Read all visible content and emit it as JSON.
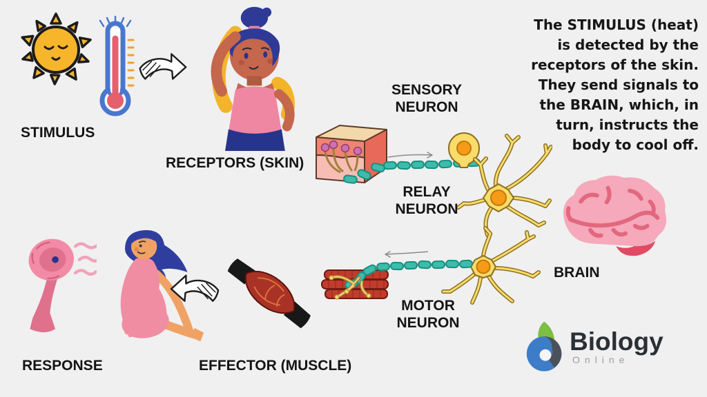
{
  "page": {
    "background_color": "#f0f0f0",
    "type": "educational infographic: negative feedback / stimulus-response pathway"
  },
  "flow": {
    "stimulus_label": "STIMULUS",
    "receptors_label": "RECEPTORS (SKIN)",
    "sensory_neuron_label": "SENSORY\nNEURON",
    "relay_neuron_label": "RELAY\nNEURON",
    "motor_neuron_label": "MOTOR\nNEURON",
    "brain_label": "BRAIN",
    "response_label": "RESPONSE",
    "effector_label": "EFFECTOR (MUSCLE)"
  },
  "annotation": {
    "text": "The STIMULUS (heat)\nis detected by the\nreceptors of the skin.\nThey send signals to\nthe BRAIN, which, in\nturn, instructs the\nbody to cool off."
  },
  "logo": {
    "brand": "Biology",
    "sub": "Online"
  },
  "icons": {
    "stimulus": [
      "sun-icon",
      "thermometer-icon"
    ],
    "arrows": [
      "sketch-arrow-right-icon",
      "sketch-arrow-left-icon",
      "signal-arrow-to-brain",
      "signal-arrow-to-muscle"
    ],
    "illustrations": [
      "receptors-person-illustration",
      "skin-block-illustration",
      "sensory-neuron-illustration",
      "relay-neuron-illustration",
      "motor-neuron-illustration",
      "muscle-fibers-illustration",
      "brain-illustration",
      "fan-icon",
      "response-person-illustration",
      "effector-muscle-illustration",
      "biology-online-logo-mark"
    ]
  },
  "colors": {
    "background": "#f0f0f0",
    "label_text": "#141414",
    "sun_yellow": "#f7b52c",
    "thermometer_blue": "#4a77ce",
    "mercury_red": "#e4606d",
    "tick_orange": "#f0a028",
    "myelin_teal": "#3dbcac",
    "neuron_yellow": "#f9dc6a",
    "nucleus_orange": "#f59b18",
    "muscle_red": "#c23b2c",
    "effector_red": "#a93226",
    "brain_pink": "#f5a9bb",
    "brain_fold_pink": "#e2677f",
    "brain_stem_red": "#e04a63",
    "skin_top_tan": "#f3d8ac",
    "dermis_salmon": "#ef8471",
    "hypodermis_pink": "#f7bdb4",
    "receptor_magenta": "#d170ae",
    "fan_pink": "#f28ba6",
    "dress_pink": "#f18da3",
    "hair_blue": "#2e3a96",
    "skin_tone_dark": "#c4674d",
    "skin_tone_light": "#f0a264",
    "towel_yellow": "#f3b32b",
    "logo_green": "#7cbf43",
    "logo_blue": "#3d7cc9",
    "logo_gray": "#4b5158",
    "logo_text_dark": "#2a3036",
    "logo_text_gray": "#989ea3"
  }
}
